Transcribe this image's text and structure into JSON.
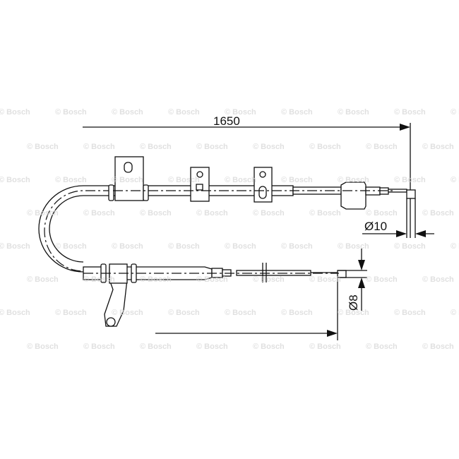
{
  "watermark": "© Bosch",
  "dimensions": {
    "overall_length": "1650",
    "end_diameter_1": "Ø10",
    "end_diameter_2": "Ø8"
  },
  "colors": {
    "line": "#111111",
    "watermark": "#ececec"
  }
}
